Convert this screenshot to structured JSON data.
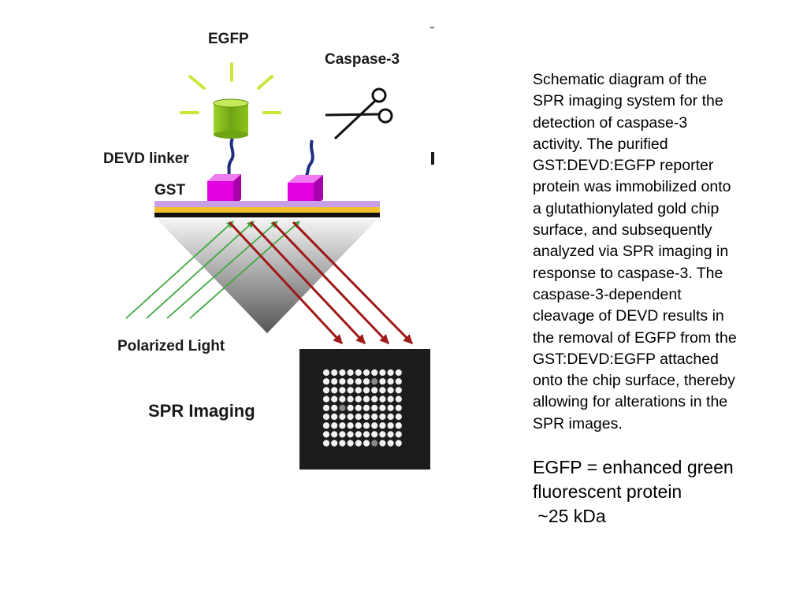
{
  "diagram": {
    "labels": {
      "egfp": "EGFP",
      "caspase": "Caspase-3",
      "devd_linker": "DEVD linker",
      "gst": "GST",
      "polarized_light": "Polarized Light",
      "spr_imaging": "SPR Imaging"
    },
    "spr_array": {
      "rows": 9,
      "cols": 10,
      "dim_spots": [
        [
          1,
          6
        ],
        [
          4,
          2
        ],
        [
          8,
          6
        ]
      ]
    },
    "colors": {
      "gst_cube": "#e000e0",
      "egfp_cylinder": "#8cc21a",
      "rays_egfp": "#cde63a",
      "incident_light": "#3fa83f",
      "reflected_light": "#a01818",
      "gold_film": "#f3c12b",
      "chip_layer": "#c8a0e8",
      "linker": "#1e2f80",
      "array_background": "#1c1c1c"
    }
  },
  "caption": {
    "text": " Schematic diagram of the\nSPR imaging system for the\ndetection of caspase-3\nactivity. The purified\nGST:DEVD:EGFP reporter\nprotein was immobilized onto\na glutathionylated gold chip\nsurface, and subsequently\nanalyzed via SPR imaging in\nresponse to caspase-3. The\ncaspase-3-dependent\ncleavage of DEVD results in\nthe removal of EGFP from the\nGST:DEVD:EGFP attached\nonto the chip surface, thereby\nallowing for alterations in the\nSPR images."
  },
  "definition": {
    "line1": "EGFP = enhanced green",
    "line2": "fluorescent protein",
    "line3": " ~25 kDa"
  }
}
